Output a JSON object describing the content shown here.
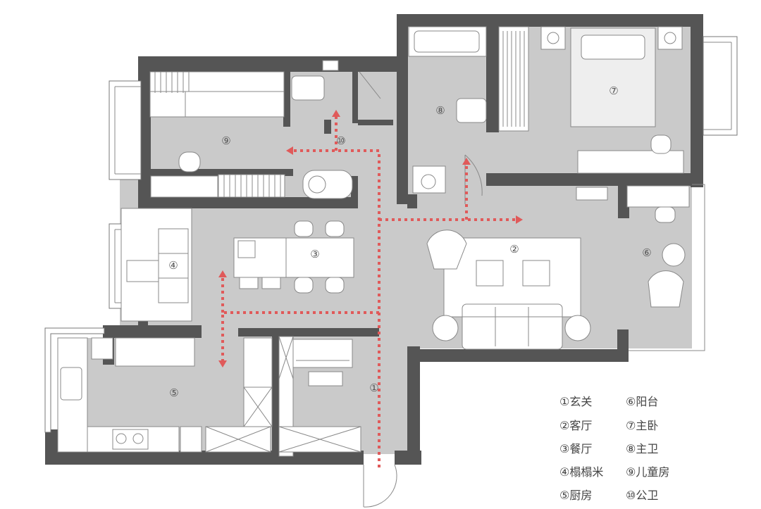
{
  "rooms": [
    {
      "id": "r1",
      "num": "①",
      "name": "玄关"
    },
    {
      "id": "r2",
      "num": "②",
      "name": "客厅"
    },
    {
      "id": "r3",
      "num": "③",
      "name": "餐厅"
    },
    {
      "id": "r4",
      "num": "④",
      "name": "榻榻米"
    },
    {
      "id": "r5",
      "num": "⑤",
      "name": "厨房"
    },
    {
      "id": "r6",
      "num": "⑥",
      "name": "阳台"
    },
    {
      "id": "r7",
      "num": "⑦",
      "name": "主卧"
    },
    {
      "id": "r8",
      "num": "⑧",
      "name": "主卫"
    },
    {
      "id": "r9",
      "num": "⑨",
      "name": "儿童房"
    },
    {
      "id": "r10",
      "num": "⑩",
      "name": "公卫"
    }
  ],
  "legend": [
    {
      "label": "①玄关"
    },
    {
      "label": "②客厅"
    },
    {
      "label": "③餐厅"
    },
    {
      "label": "④榻榻米"
    },
    {
      "label": "⑤厨房"
    },
    {
      "label": "⑥阳台"
    },
    {
      "label": "⑦主卧"
    },
    {
      "label": "⑧主卫"
    },
    {
      "label": "⑨儿童房"
    },
    {
      "label": "⑩公卫"
    }
  ],
  "colors": {
    "floor": "#cacaca",
    "wall": "#555555",
    "route": "#e05a5a",
    "furniture": "#ffffff"
  }
}
